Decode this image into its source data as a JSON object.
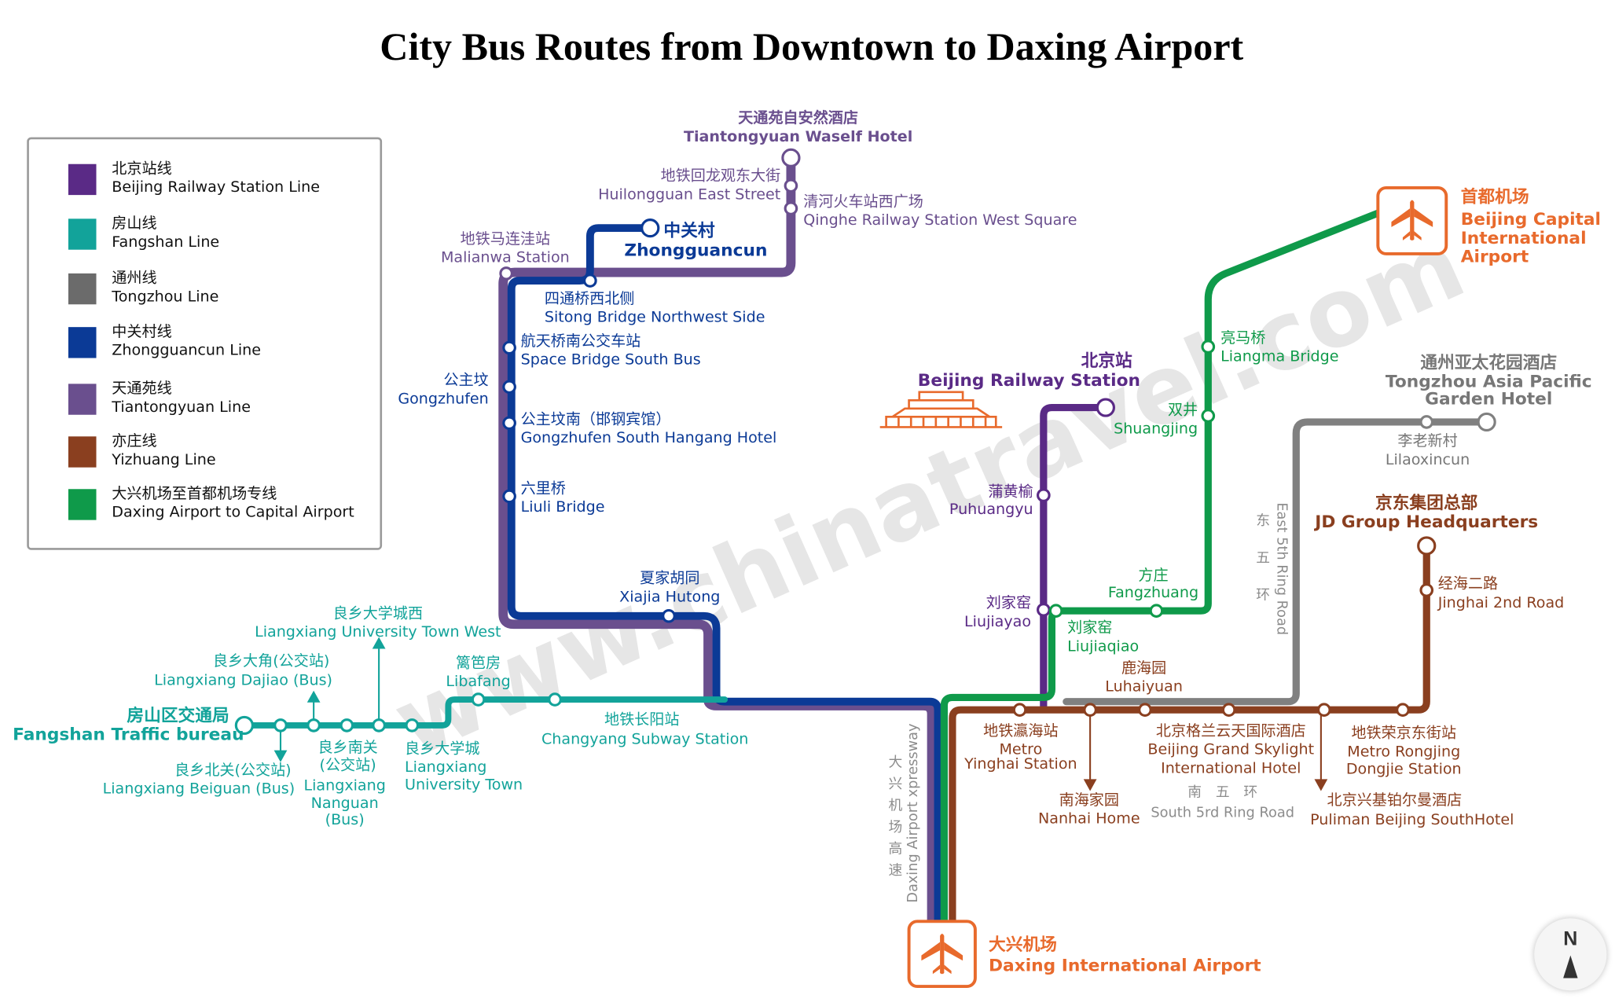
{
  "title": "City Bus Routes from Downtown to Daxing Airport",
  "colors": {
    "beijing_railway": "#5a2a86",
    "fangshan": "#12a39a",
    "tongzhou": "#808080",
    "zhongguancun": "#0b3a96",
    "tiantongyuan": "#6a4f8e",
    "yizhuang": "#8a3f1f",
    "daxing_capital": "#0f9a4a",
    "airport": "#e86a2c",
    "ring_road": "#8c8c8c"
  },
  "legend": [
    {
      "cn": "北京站线",
      "en": "Beijing Railway Station Line",
      "color": "#5a2a86"
    },
    {
      "cn": "房山线",
      "en": "Fangshan Line",
      "color": "#12a39a"
    },
    {
      "cn": "通州线",
      "en": "Tongzhou Line",
      "color": "#6b6b6b"
    },
    {
      "cn": "中关村线",
      "en": "Zhongguancun Line",
      "color": "#0b3a96"
    },
    {
      "cn": "天通苑线",
      "en": "Tiantongyuan Line",
      "color": "#6a4f8e"
    },
    {
      "cn": "亦庄线",
      "en": "Yizhuang Line",
      "color": "#8a3f1f"
    },
    {
      "cn": "大兴机场至首都机场专线",
      "en": "Daxing Airport to Capital Airport",
      "color": "#0f9a4a"
    }
  ],
  "stations": {
    "tiantongyuan": {
      "cn": "天通苑自安然酒店",
      "en": "Tiantongyuan Waself Hotel"
    },
    "huilongguan": {
      "cn": "地铁回龙观东大街",
      "en": "Huilongguan East Street"
    },
    "qinghe": {
      "cn": "清河火车站西广场",
      "en": "Qinghe Railway Station West Square"
    },
    "zhongguancun": {
      "cn": "中关村",
      "en": "Zhongguancun"
    },
    "malianwa": {
      "cn": "地铁马连洼站",
      "en": "Malianwa Station"
    },
    "sitong": {
      "cn": "四通桥西北侧",
      "en": "Sitong Bridge Northwest Side"
    },
    "space_bridge": {
      "cn": "航天桥南公交车站",
      "en": "Space Bridge South Bus"
    },
    "gongzhufen": {
      "cn": "公主坟",
      "en": "Gongzhufen"
    },
    "gongzhufen_south": {
      "cn": "公主坟南（邯钢宾馆）",
      "en": "Gongzhufen South Hangang Hotel"
    },
    "liuli": {
      "cn": "六里桥",
      "en": "Liuli Bridge"
    },
    "xiajia": {
      "cn": "夏家胡同",
      "en": "Xiajia Hutong"
    },
    "capital_airport": {
      "cn": "首都机场",
      "en1": "Beijing Capital",
      "en2": "International",
      "en3": "Airport"
    },
    "liangma": {
      "cn": "亮马桥",
      "en": "Liangma Bridge"
    },
    "shuangjing": {
      "cn": "双井",
      "en": "Shuangjing"
    },
    "beijing_station": {
      "cn": "北京站",
      "en": "Beijing Railway Station"
    },
    "puhuangyu": {
      "cn": "蒲黄榆",
      "en": "Puhuangyu"
    },
    "fangzhuang": {
      "cn": "方庄",
      "en": "Fangzhuang"
    },
    "liujiayao": {
      "cn": "刘家窑",
      "en": "Liujiayao"
    },
    "liujiaqiao": {
      "cn": "刘家窑",
      "en": "Liujiaqiao"
    },
    "luhaiyuan": {
      "cn": "鹿海园",
      "en": "Luhaiyuan"
    },
    "tongzhou_hotel": {
      "cn": "通州亚太花园酒店",
      "en1": "Tongzhou Asia Pacific",
      "en2": "Garden Hotel"
    },
    "lilaoxincun": {
      "cn": "李老新村",
      "en": "Lilaoxincun"
    },
    "jd": {
      "cn": "京东集团总部",
      "en": "JD Group Headquarters"
    },
    "jinghai": {
      "cn": "经海二路",
      "en": "Jinghai 2nd Road"
    },
    "yinghai": {
      "cn": "地铁瀛海站",
      "en1": "Metro",
      "en2": "Yinghai Station"
    },
    "nanhai": {
      "cn": "南海家园",
      "en": "Nanhai Home"
    },
    "grand_skylight": {
      "cn": "北京格兰云天国际酒店",
      "en1": "Beijing Grand Skylight",
      "en2": "International Hotel"
    },
    "south_5th": {
      "cn": "南　五　环",
      "en": "South 5rd Ring Road"
    },
    "pullman": {
      "cn": "北京兴基铂尔曼酒店",
      "en": "Puliman Beijing SouthHotel"
    },
    "rongjing": {
      "cn": "地铁荣京东街站",
      "en1": "Metro Rongjing",
      "en2": "Dongjie Station"
    },
    "daxing_airport": {
      "cn": "大兴机场",
      "en": "Daxing International Airport"
    },
    "daxing_expressway": {
      "cn": "大 兴 机 场 高 速",
      "en": "Daxing Airport xpressway"
    },
    "east_5th": {
      "cn": "东　五　环",
      "en": "East 5th Ring Road"
    },
    "changyang": {
      "cn": "地铁长阳站",
      "en": "Changyang Subway Station"
    },
    "libafang": {
      "cn": "篱笆房",
      "en": "Libafang"
    },
    "university_town_west": {
      "cn": "良乡大学城西",
      "en": "Liangxiang University Town West"
    },
    "dajiao": {
      "cn": "良乡大角(公交站)",
      "en": "Liangxiang Dajiao (Bus)"
    },
    "fangshan_bureau": {
      "cn": "房山区交通局",
      "en": "Fangshan Traffic bureau"
    },
    "beiguan": {
      "cn": "良乡北关(公交站)",
      "en": "Liangxiang Beiguan (Bus)"
    },
    "nanguan": {
      "cn": "良乡南关",
      "cn2": "(公交站)",
      "en1": "Liangxiang",
      "en2": "Nanguan",
      "en3": "(Bus)"
    },
    "university_town": {
      "cn": "良乡大学城",
      "en1": "Liangxiang",
      "en2": "University Town"
    }
  },
  "watermark": "www.chinatravel.com",
  "compass": "N"
}
